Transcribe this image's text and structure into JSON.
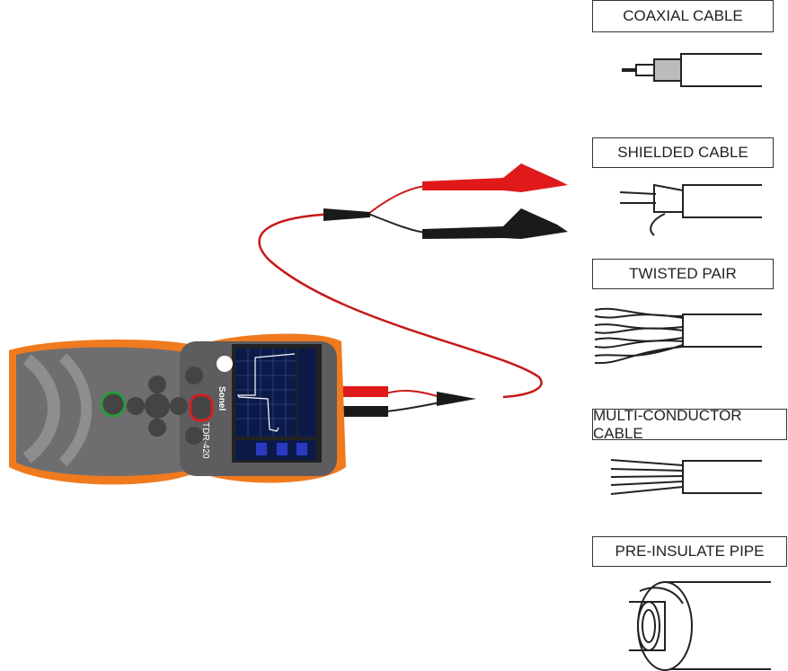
{
  "cable_types": [
    {
      "label": "COAXIAL CABLE"
    },
    {
      "label": "SHIELDED CABLE"
    },
    {
      "label": "TWISTED PAIR"
    },
    {
      "label": "MULTI-CONDUCTOR CABLE"
    },
    {
      "label": "PRE-INSULATE PIPE"
    }
  ],
  "device": {
    "brand": "Sonel",
    "model": "TDR-420"
  },
  "colors": {
    "device_orange": "#f07a1e",
    "device_grey": "#6e6e70",
    "lead_red": "#e01a1a",
    "lead_black": "#1a1a1a",
    "screen_bg": "#0c1a4a"
  }
}
